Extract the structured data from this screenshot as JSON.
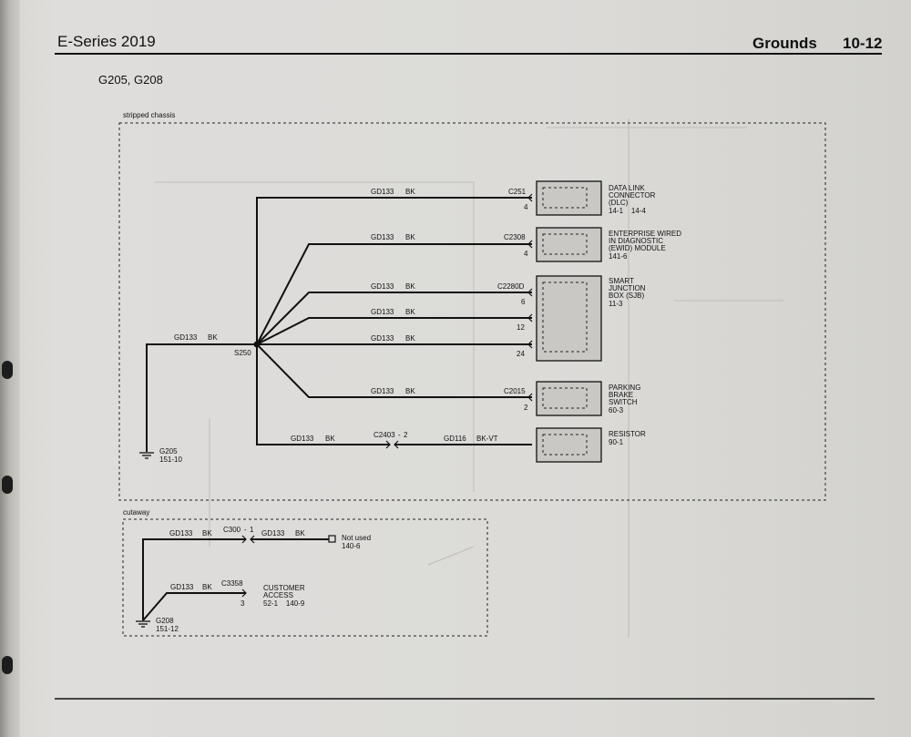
{
  "header": {
    "series": "E-Series 2019",
    "section": "Grounds",
    "page_number": "10-12"
  },
  "diagram_title": "G205, G208",
  "stripped_chassis": {
    "label": "stripped chassis",
    "main_wire": {
      "circuit": "GD133",
      "color": "BK"
    },
    "splice": "S250",
    "ground": {
      "name": "G205",
      "ref": "151-10"
    },
    "branches": [
      {
        "circuit": "GD133",
        "color": "BK",
        "connector": "C251",
        "pin": "4",
        "component": [
          "DATA LINK",
          "CONNECTOR",
          "(DLC)"
        ],
        "ref": "14-1    14-4"
      },
      {
        "circuit": "GD133",
        "color": "BK",
        "connector": "C2308",
        "pin": "4",
        "component": [
          "ENTERPRISE WIRED",
          "IN DIAGNOSTIC",
          "(EWID) MODULE"
        ],
        "ref": "141-6"
      },
      {
        "circuit": "GD133",
        "color": "BK",
        "connector": "C2280D",
        "pin": "6",
        "component": [
          "SMART",
          "JUNCTION",
          "BOX (SJB)"
        ],
        "ref": "11-3"
      },
      {
        "circuit": "GD133",
        "color": "BK",
        "pin": "12"
      },
      {
        "circuit": "GD133",
        "color": "BK",
        "pin": "24"
      },
      {
        "circuit": "GD133",
        "color": "BK",
        "connector": "C2015",
        "pin": "2",
        "component": [
          "PARKING",
          "BRAKE",
          "SWITCH"
        ],
        "ref": "60-3"
      },
      {
        "circuit": "GD133",
        "color": "BK",
        "connector": "C2403",
        "pin": "2",
        "circuit2": "GD116",
        "color2": "BK-VT",
        "component": [
          "RESISTOR"
        ],
        "ref": "90-1"
      }
    ]
  },
  "cutaway": {
    "label": "cutaway",
    "ground": {
      "name": "G208",
      "ref": "151-12"
    },
    "branches": [
      {
        "circuit": "GD133",
        "color": "BK",
        "connector": "C300",
        "pin": "1",
        "circuit2": "GD133",
        "color2": "BK",
        "end": "Not used",
        "ref": "140-6"
      },
      {
        "circuit": "GD133",
        "color": "BK",
        "connector": "C3358",
        "pin": "3",
        "component": [
          "CUSTOMER",
          "ACCESS"
        ],
        "ref": "52-1    140-9"
      }
    ]
  }
}
